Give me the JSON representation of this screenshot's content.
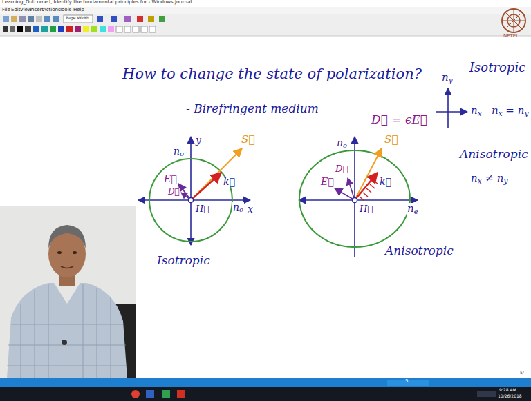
{
  "diagram": {
    "title": "How to change the state of polarization?",
    "labels": [
      "Learning_Outcome I, Identify the fundamental principles for - Windows Journal",
      "File",
      "Edit",
      "View",
      "Insert",
      "Actions",
      "Tools",
      "Help",
      "Page Width",
      "NPTEL",
      "- Birefringent medium",
      "Isotropic",
      "ny",
      "nx",
      "nx = ny",
      "D⃗ = ϵE⃗",
      "Anisotropic",
      "nx ≠ ny",
      "y",
      "no",
      "S⃗",
      "E⃗",
      "k⃗",
      "D⃗",
      "no",
      "x",
      "H⃗",
      "Isotropic",
      "no",
      "S⃗",
      "D⃗",
      "E⃗",
      "k⃗",
      "H⃗",
      "ne",
      "Anisotropic",
      "5",
      "5/",
      "9:28 AM",
      "10/26/2018"
    ]
  }
}
